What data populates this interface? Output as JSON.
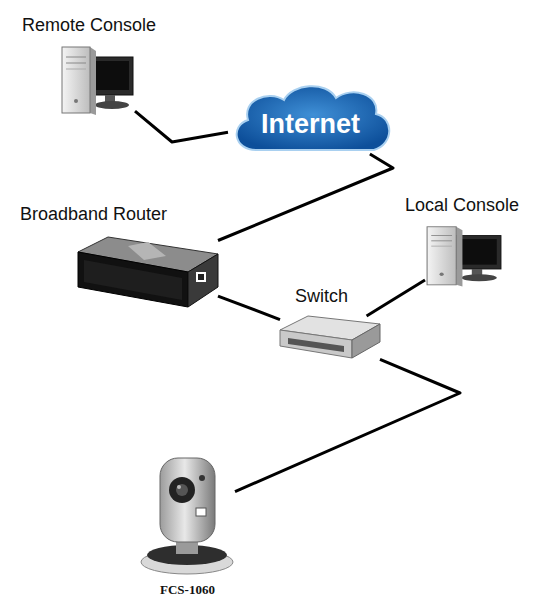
{
  "diagram": {
    "nodes": [
      {
        "text": [
          "Remote Console"
        ]
      },
      {
        "text": [
          "Internet"
        ]
      },
      {
        "text": [
          "Broadband Router"
        ]
      },
      {
        "text": [
          "Local Console"
        ]
      },
      {
        "text": [
          "Switch"
        ]
      },
      {
        "text": [
          "FCS-1060"
        ]
      }
    ],
    "edges": [
      {
        "from": 0,
        "to": 1,
        "arrow": "none"
      },
      {
        "from": 1,
        "to": 2,
        "arrow": "none"
      },
      {
        "from": 2,
        "to": 4,
        "arrow": "none"
      },
      {
        "from": 4,
        "to": 3,
        "arrow": "none"
      },
      {
        "from": 4,
        "to": 5,
        "arrow": "none"
      }
    ]
  }
}
